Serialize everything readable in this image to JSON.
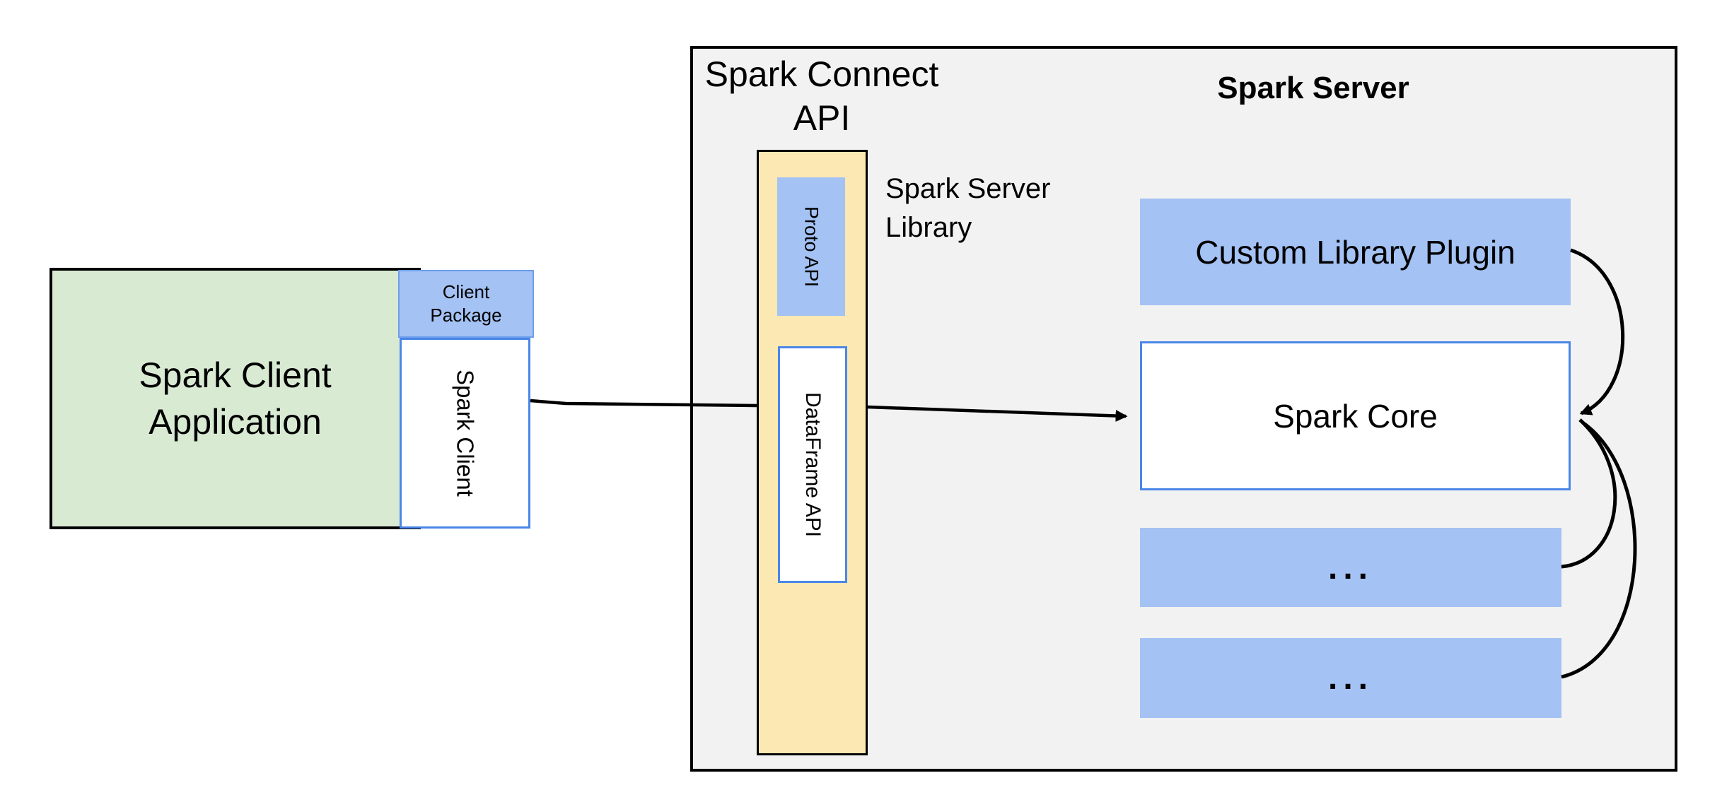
{
  "client": {
    "app_label": "Spark Client Application",
    "package_label": "Client Package",
    "spark_client_label": "Spark Client"
  },
  "connect": {
    "api_title": "Spark Connect API",
    "proto_api_label": "Proto API",
    "dataframe_api_label": "DataFrame API",
    "server_library_label": "Spark Server Library"
  },
  "server": {
    "title": "Spark Server",
    "plugin_label": "Custom Library Plugin",
    "core_label": "Spark Core",
    "ellipsis_1": "...",
    "ellipsis_2": "..."
  },
  "colors": {
    "gray-fill": "#f2f2f2",
    "green-fill": "#d9ead3",
    "blue-fill": "#a4c2f4",
    "yellow-fill": "#fce8b2",
    "blue-border": "#4a86e8",
    "blue-border-light": "#6d9eeb",
    "line-color": "#000000"
  }
}
